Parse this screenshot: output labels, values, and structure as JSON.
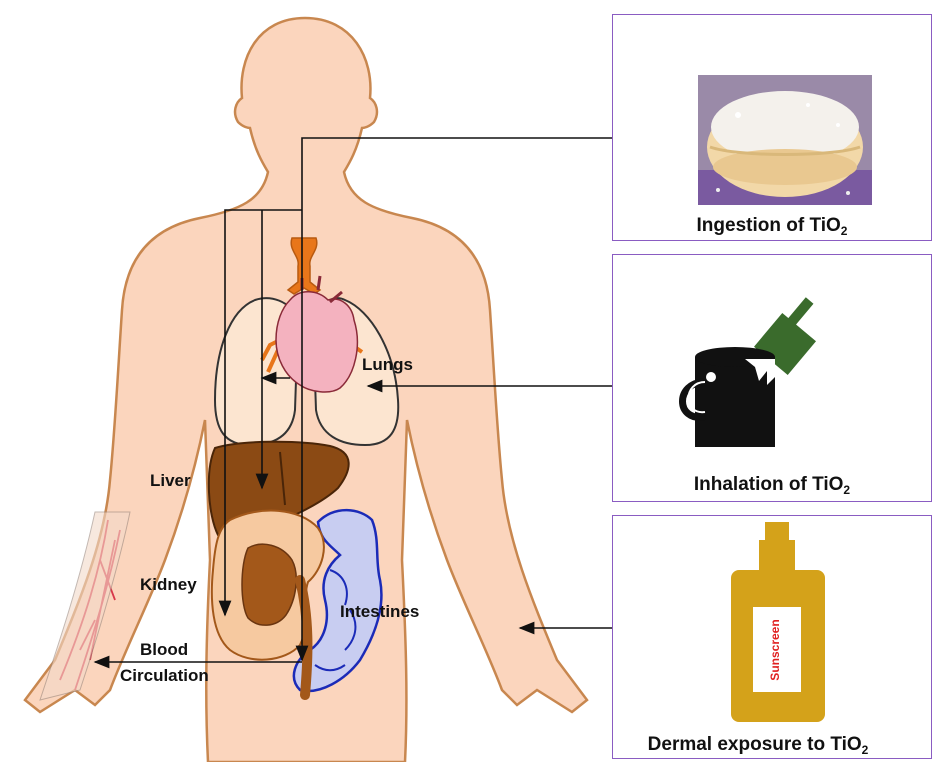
{
  "organs": {
    "lungs": "Lungs",
    "liver": "Liver",
    "kidney": "Kidney",
    "intestines": "Intestines",
    "blood_line1": "Blood",
    "blood_line2": "Circulation"
  },
  "routes": {
    "ingestion": {
      "text": "Ingestion  of  TiO",
      "sub": "2"
    },
    "inhalation": {
      "text": "Inhalation  of  TiO",
      "sub": "2"
    },
    "dermal": {
      "text": "Dermal  exposure  to  TiO",
      "sub": "2"
    }
  },
  "bottle": {
    "label": "Sunscreen"
  },
  "colors": {
    "body_fill": "#fbd5bd",
    "body_outline": "#c8874f",
    "panel_border": "#8a5cc2",
    "liver": "#8b4a14",
    "kidney": "#a3581a",
    "kidney_outer": "#f6c9a0",
    "intestines": "#c8cdf1",
    "intestines_outline": "#1b2bb8",
    "heart": "#f4b2bf",
    "trachea": "#e8761a",
    "bottle": "#d4a21a",
    "sunscreen_text": "#e02020",
    "paint_can": "#111111",
    "brush": "#3a6b2c"
  }
}
